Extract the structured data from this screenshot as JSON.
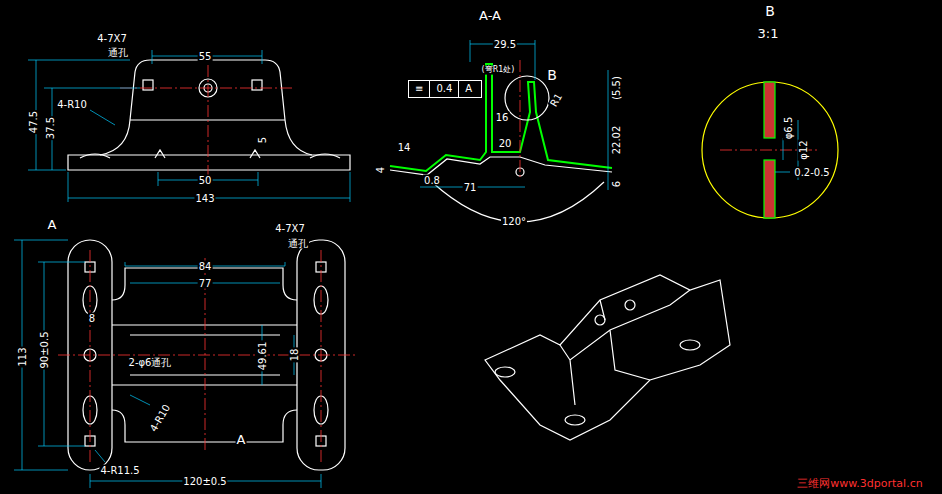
{
  "diagram": {
    "nodes": [
      {
        "text": [
          "≡",
          "0.4",
          "A"
        ]
      }
    ],
    "labels": [
      "4-7X7",
      "通孔",
      "55",
      "47.5",
      "37.5",
      "4-R10",
      "5",
      "50",
      "143",
      "A-A",
      "29.5",
      "(弯R1处)",
      "B",
      "R1",
      "16",
      "20",
      "(5.5)",
      "22.02",
      "14",
      "0.8",
      "71",
      "120°",
      "4",
      "6",
      "B",
      "3:1",
      "φ6.5",
      "φ12",
      "0.2-0.5",
      "A",
      "4-7X7",
      "通孔",
      "84",
      "77",
      "113",
      "90±0.5",
      "8",
      "2-φ6通孔",
      "49.61",
      "18",
      "4-R10",
      "A",
      "4-R11.5",
      "120±0.5",
      "三维网www.3dportal.cn"
    ]
  }
}
